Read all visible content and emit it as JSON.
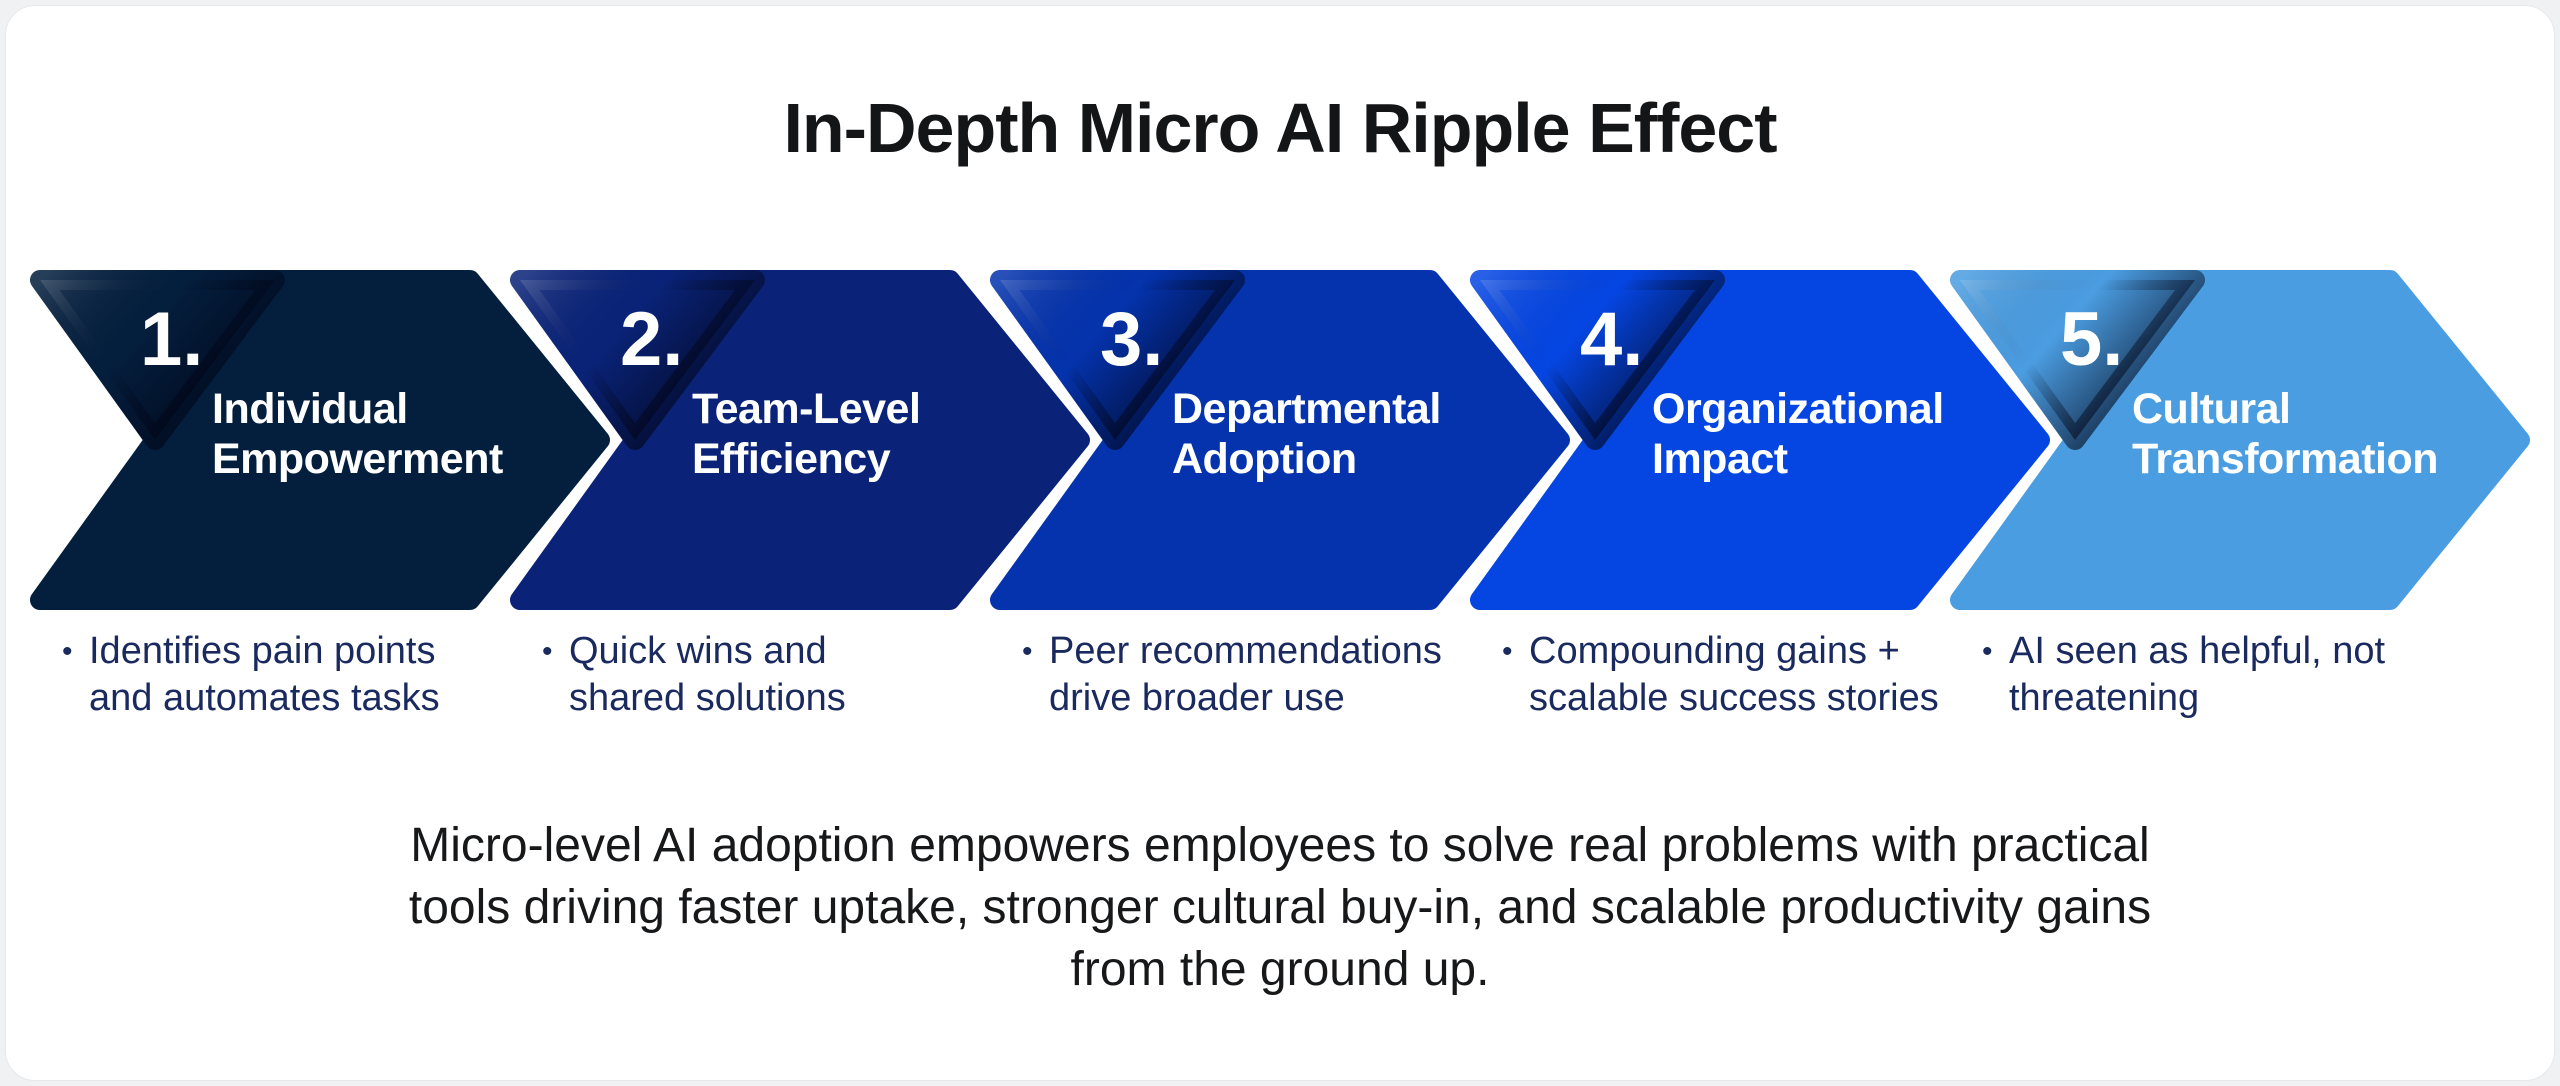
{
  "page": {
    "title": "In-Depth Micro AI Ripple Effect",
    "summary_line1": "Micro-level AI adoption empowers employees to solve real problems with practical",
    "summary_line2": "tools driving faster uptake, stronger cultural buy-in, and scalable productivity gains",
    "summary_line3": "from the ground up.",
    "bullet_char": "•"
  },
  "colors": {
    "background": "#eff1f3",
    "card": "#ffffff",
    "title_text": "#141517",
    "bullet_text": "#1a2a5f",
    "summary_text": "#17181a",
    "step_label_text": "#ffffff"
  },
  "steps": [
    {
      "number": "1.",
      "title_line1": "Individual",
      "title_line2": "Empowerment",
      "bullet_line1": "Identifies pain points",
      "bullet_line2": "and automates tasks",
      "color": "#041f3e"
    },
    {
      "number": "2.",
      "title_line1": "Team-Level",
      "title_line2": "Efficiency",
      "bullet_line1": "Quick wins and",
      "bullet_line2": "shared solutions",
      "color": "#0a2378"
    },
    {
      "number": "3.",
      "title_line1": "Departmental",
      "title_line2": "Adoption",
      "bullet_line1": "Peer recommendations",
      "bullet_line2": "drive broader use",
      "color": "#0433ad"
    },
    {
      "number": "4.",
      "title_line1": "Organizational",
      "title_line2": "Impact",
      "bullet_line1": "Compounding gains +",
      "bullet_line2": "scalable success stories",
      "color": "#0546e3"
    },
    {
      "number": "5.",
      "title_line1": "Cultural",
      "title_line2": "Transformation",
      "bullet_line1": "AI seen as helpful, not",
      "bullet_line2": "threatening",
      "color": "#4b9de1"
    }
  ]
}
